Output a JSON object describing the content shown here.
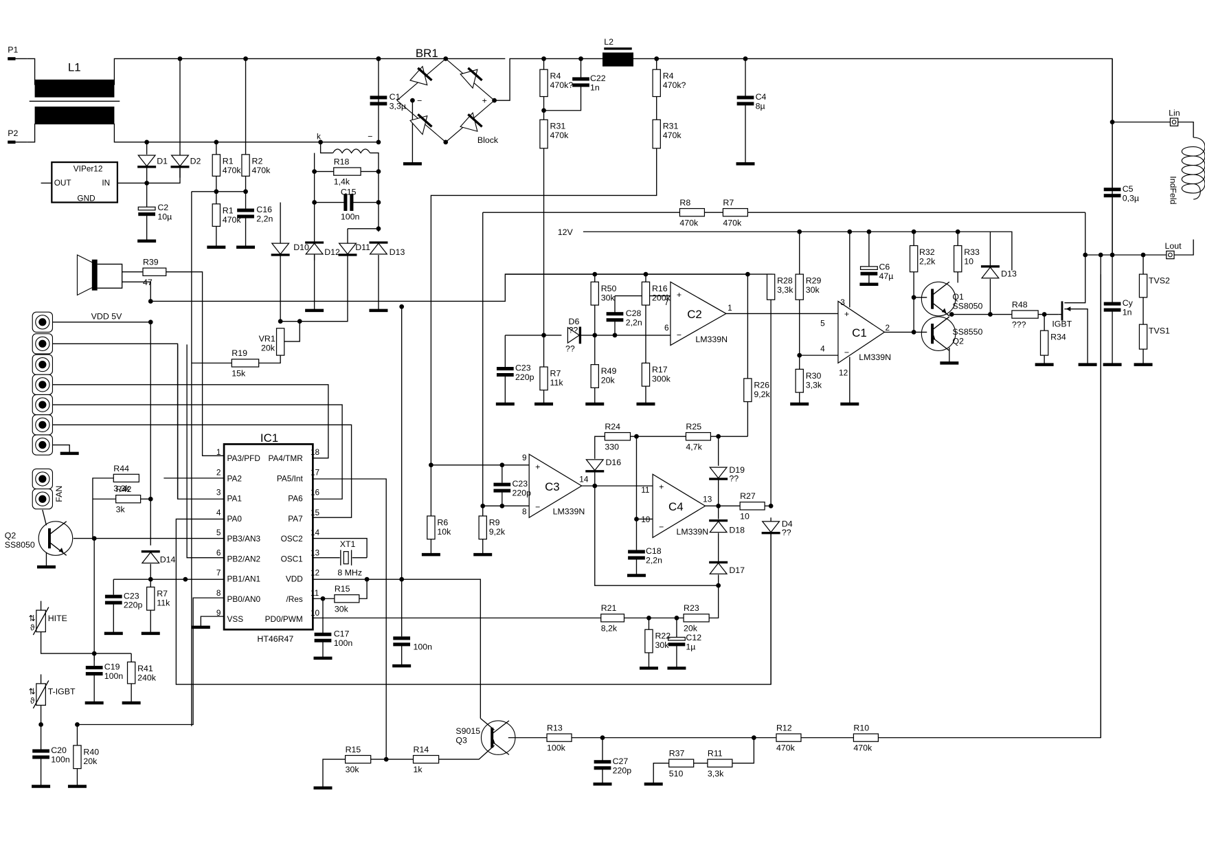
{
  "title": "Induction cooker schematic",
  "terminals": {
    "p1": "P1",
    "p2": "P2",
    "lin": "Lin",
    "lout": "Lout",
    "indfeld": "IndFeld",
    "fan": "FAN",
    "vdd5v": "VDD 5V",
    "v12": "12V"
  },
  "components": {
    "L1": {
      "ref": "L1",
      "value": ""
    },
    "L2": {
      "ref": "L2",
      "value": ""
    },
    "BR1": {
      "ref": "BR1",
      "value": "Block"
    },
    "VIPer": {
      "ref": "VIPer12",
      "pins": [
        "OUT",
        "IN",
        "GND"
      ]
    },
    "C1": {
      "ref": "C1",
      "value": "3,3µ"
    },
    "C2": {
      "ref": "C2",
      "value": "10µ"
    },
    "C4": {
      "ref": "C4",
      "value": "8µ"
    },
    "C5": {
      "ref": "C5",
      "value": "0,3µ"
    },
    "Cy": {
      "ref": "Cy",
      "value": "1n"
    },
    "C6": {
      "ref": "C6",
      "value": "47µ"
    },
    "C12": {
      "ref": "C12",
      "value": "1µ"
    },
    "C15": {
      "ref": "C15",
      "value": "100n"
    },
    "C16": {
      "ref": "C16",
      "value": "2,2n"
    },
    "C17": {
      "ref": "C17",
      "value": "100n"
    },
    "C18": {
      "ref": "C18",
      "value": "2,2n"
    },
    "C19": {
      "ref": "C19",
      "value": "100n"
    },
    "C20": {
      "ref": "C20",
      "value": "100n"
    },
    "C22": {
      "ref": "C22",
      "value": "1n"
    },
    "C23a": {
      "ref": "C23",
      "value": "220p"
    },
    "C23b": {
      "ref": "C23",
      "value": "220p"
    },
    "C23c": {
      "ref": "C23",
      "value": "220p"
    },
    "C27": {
      "ref": "C27",
      "value": "220p"
    },
    "C28": {
      "ref": "C28",
      "value": "2,2n"
    },
    "Cvdd": {
      "ref": "",
      "value": "100n"
    },
    "D1": {
      "ref": "D1"
    },
    "D2": {
      "ref": "D2"
    },
    "D4": {
      "ref": "D4",
      "value": "??"
    },
    "D6": {
      "ref": "D6",
      "value": "??"
    },
    "D10": {
      "ref": "D10"
    },
    "D11": {
      "ref": "D11"
    },
    "D12": {
      "ref": "D12"
    },
    "D13a": {
      "ref": "D13"
    },
    "D13b": {
      "ref": "D13"
    },
    "D14": {
      "ref": "D14"
    },
    "D16": {
      "ref": "D16"
    },
    "D17": {
      "ref": "D17"
    },
    "D18": {
      "ref": "D18"
    },
    "D19": {
      "ref": "D19",
      "value": "??"
    },
    "R1a": {
      "ref": "R1",
      "value": "470k"
    },
    "R1b": {
      "ref": "R1",
      "value": "470k"
    },
    "R2": {
      "ref": "R2",
      "value": "470k"
    },
    "R4a": {
      "ref": "R4",
      "value": "470k?"
    },
    "R4b": {
      "ref": "R4",
      "value": "470k?"
    },
    "R31a": {
      "ref": "R31",
      "value": "470k"
    },
    "R31b": {
      "ref": "R31",
      "value": "470k"
    },
    "R6": {
      "ref": "R6",
      "value": "10k"
    },
    "R7a": {
      "ref": "R7",
      "value": "470k"
    },
    "R7b": {
      "ref": "R7",
      "value": "11k"
    },
    "R7c": {
      "ref": "R7",
      "value": "11k"
    },
    "R8": {
      "ref": "R8",
      "value": "470k"
    },
    "R9": {
      "ref": "R9",
      "value": "9,2k"
    },
    "R10": {
      "ref": "R10",
      "value": "470k"
    },
    "R11": {
      "ref": "R11",
      "value": "3,3k"
    },
    "R12": {
      "ref": "R12",
      "value": "470k"
    },
    "R13": {
      "ref": "R13",
      "value": "100k"
    },
    "R14": {
      "ref": "R14",
      "value": "1k"
    },
    "R15a": {
      "ref": "R15",
      "value": "30k"
    },
    "R15b": {
      "ref": "R15",
      "value": "30k"
    },
    "R16": {
      "ref": "R16",
      "value": "200k"
    },
    "R17": {
      "ref": "R17",
      "value": "300k"
    },
    "R18": {
      "ref": "R18",
      "value": "1,4k"
    },
    "R19": {
      "ref": "R19",
      "value": "15k"
    },
    "R21": {
      "ref": "R21",
      "value": "8,2k"
    },
    "R22": {
      "ref": "R22",
      "value": "30k"
    },
    "R23": {
      "ref": "R23",
      "value": "20k"
    },
    "R24": {
      "ref": "R24",
      "value": "330"
    },
    "R25": {
      "ref": "R25",
      "value": "4,7k"
    },
    "R26": {
      "ref": "R26",
      "value": "9,2k"
    },
    "R27": {
      "ref": "R27",
      "value": "10"
    },
    "R28": {
      "ref": "R28",
      "value": "3,3k"
    },
    "R29": {
      "ref": "R29",
      "value": "30k"
    },
    "R30": {
      "ref": "R30",
      "value": "3,3k"
    },
    "R32": {
      "ref": "R32",
      "value": "2,2k"
    },
    "R33": {
      "ref": "R33",
      "value": "10"
    },
    "R34": {
      "ref": "R34",
      "value": ""
    },
    "R37": {
      "ref": "R37",
      "value": "510"
    },
    "R39": {
      "ref": "R39",
      "value": "47"
    },
    "R40": {
      "ref": "R40",
      "value": "20k"
    },
    "R41": {
      "ref": "R41",
      "value": "240k"
    },
    "R42": {
      "ref": "R42",
      "value": "3k"
    },
    "R44": {
      "ref": "R44",
      "value": "3,3k"
    },
    "R48": {
      "ref": "R48",
      "value": "???"
    },
    "R49": {
      "ref": "R49",
      "value": "20k"
    },
    "R50": {
      "ref": "R50",
      "value": "30k"
    },
    "VR1": {
      "ref": "VR1",
      "value": "20k"
    },
    "TVS1": {
      "ref": "TVS1"
    },
    "TVS2": {
      "ref": "TVS2"
    },
    "HITE": {
      "ref": "HITE"
    },
    "TIGBT": {
      "ref": "T-IGBT"
    },
    "XT1": {
      "ref": "XT1",
      "value": "8 MHz"
    },
    "Q1": {
      "ref": "Q1",
      "value": "SS8050"
    },
    "Q2a": {
      "ref": "Q2",
      "value": "SS8550"
    },
    "Q2b": {
      "ref": "Q2",
      "value": "SS8050"
    },
    "Q3": {
      "ref": "Q3",
      "value": "S9015"
    },
    "IGBT": {
      "ref": "IGBT"
    },
    "C1op": {
      "ref": "C1",
      "value": "LM339N",
      "pins": [
        "3",
        "5",
        "4",
        "2",
        "12"
      ]
    },
    "C2op": {
      "ref": "C2",
      "value": "LM339N",
      "pins": [
        "7",
        "6",
        "1"
      ]
    },
    "C3op": {
      "ref": "C3",
      "value": "LM339N",
      "pins": [
        "9",
        "8",
        "14"
      ]
    },
    "C4op": {
      "ref": "C4",
      "value": "LM339N",
      "pins": [
        "11",
        "10",
        "13"
      ]
    }
  },
  "ic1": {
    "ref": "IC1",
    "part": "HT46R47",
    "left_pins": [
      {
        "num": "1",
        "name": "PA3/PFD"
      },
      {
        "num": "2",
        "name": "PA2"
      },
      {
        "num": "3",
        "name": "PA1"
      },
      {
        "num": "4",
        "name": "PA0"
      },
      {
        "num": "5",
        "name": "PB3/AN3"
      },
      {
        "num": "6",
        "name": "PB2/AN2"
      },
      {
        "num": "7",
        "name": "PB1/AN1"
      },
      {
        "num": "8",
        "name": "PB0/AN0"
      },
      {
        "num": "9",
        "name": "VSS"
      }
    ],
    "right_pins": [
      {
        "num": "18",
        "name": "PA4/TMR"
      },
      {
        "num": "17",
        "name": "PA5/Int"
      },
      {
        "num": "16",
        "name": "PA6"
      },
      {
        "num": "15",
        "name": "PA7"
      },
      {
        "num": "14",
        "name": "OSC2"
      },
      {
        "num": "13",
        "name": "OSC1"
      },
      {
        "num": "12",
        "name": "VDD"
      },
      {
        "num": "11",
        "name": "/Res"
      },
      {
        "num": "10",
        "name": "PD0/PWM"
      }
    ]
  },
  "bridge_marks": {
    "minus": "−",
    "plus": "+",
    "k": "k",
    "neg": "−"
  },
  "opamp_marks": {
    "plus": "+",
    "minus": "−"
  }
}
